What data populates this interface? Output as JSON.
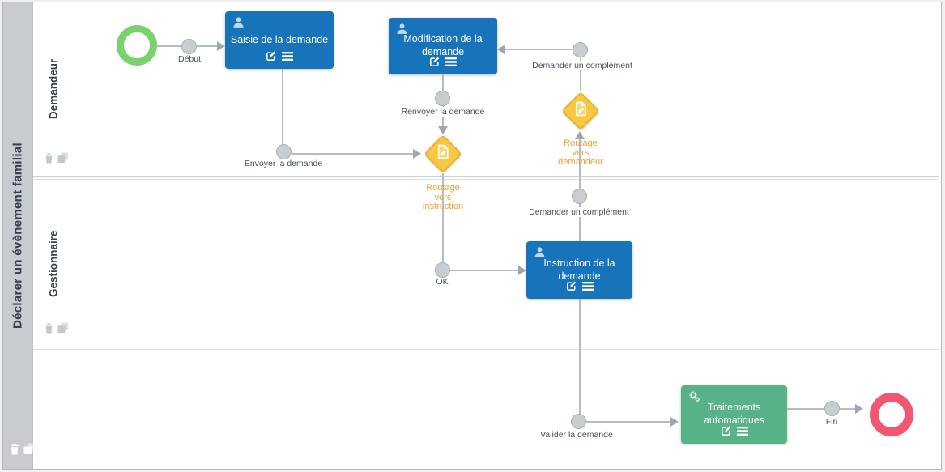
{
  "pool": {
    "title": "Déclarer un évènement familial"
  },
  "lanes": [
    {
      "name": "Demandeur"
    },
    {
      "name": "Gestionnaire"
    },
    {
      "name": ""
    }
  ],
  "tasks": [
    {
      "label": "Saisie de la demande",
      "type": "human"
    },
    {
      "label": "Modification de la demande",
      "type": "human"
    },
    {
      "label": "Instruction de la demande",
      "type": "human"
    },
    {
      "label": "Traitements automatiques",
      "type": "automatic"
    }
  ],
  "gateways": [
    {
      "label": "Routage vers instruction"
    },
    {
      "label": "Routage vers demandeur"
    }
  ],
  "transitions": [
    {
      "label": "Début"
    },
    {
      "label": "Envoyer la demande"
    },
    {
      "label": "Renvoyer la demande"
    },
    {
      "label": "Demander un complément"
    },
    {
      "label": "Demander un complément"
    },
    {
      "label": "OK"
    },
    {
      "label": "Valider la demande"
    },
    {
      "label": "Fin"
    }
  ],
  "icons": {
    "human_task": "person-icon",
    "automatic_task": "gear-icon",
    "task_edit": "edit-icon",
    "task_menu": "menu-icon",
    "gateway": "document-edit-icon",
    "delete": "trash-icon",
    "duplicate": "duplicate-icon"
  },
  "colors": {
    "human_task": "#1874ba",
    "automatic_task": "#57b287",
    "gateway_fill": "#f8c842",
    "gateway_border": "#eab239",
    "gateway_label": "#e8a23c",
    "start_event": "#7bd16c",
    "end_event": "#f25672",
    "connector": "#b7bcc1",
    "pool_header": "#c8ccd0"
  }
}
